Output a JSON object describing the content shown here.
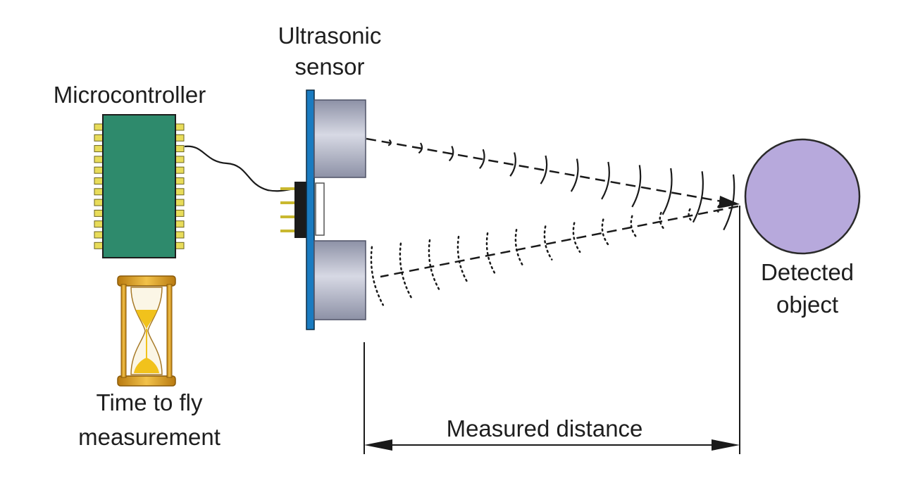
{
  "labels": {
    "microcontroller": "Microcontroller",
    "sensor_line1": "Ultrasonic",
    "sensor_line2": "sensor",
    "object_line1": "Detected",
    "object_line2": "object",
    "timer_line1": "Time to fly",
    "timer_line2": "measurement",
    "distance": "Measured distance"
  },
  "colors": {
    "microcontroller_body": "#2e8a6c",
    "pin": "#e8dc5a",
    "sensor_board": "#1a7bc0",
    "transducer": "#b2b6c8",
    "object_fill": "#b7a9dc",
    "hourglass_frame": "#d99a1c",
    "sand": "#f1c21c",
    "line": "#1a1a1a"
  },
  "icons": [
    "microcontroller-chip-icon",
    "hourglass-icon",
    "ultrasonic-sensor-icon"
  ]
}
